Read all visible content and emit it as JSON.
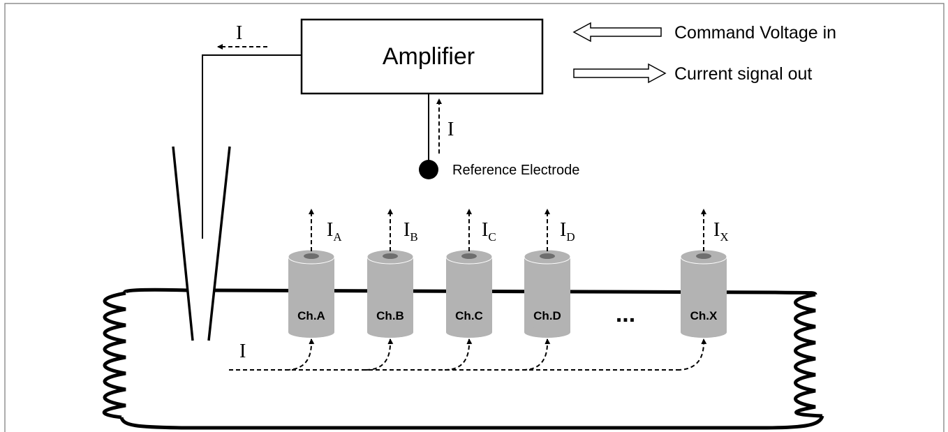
{
  "amplifier": {
    "label": "Amplifier"
  },
  "io": {
    "command_in": "Command Voltage in",
    "current_out": "Current signal out"
  },
  "reference": {
    "label": "Reference Electrode"
  },
  "current": {
    "symbol": "I",
    "subscripts": [
      "A",
      "B",
      "C",
      "D",
      "X"
    ]
  },
  "channels": [
    "Ch.A",
    "Ch.B",
    "Ch.C",
    "Ch.D",
    "Ch.X"
  ],
  "ellipsis": "...",
  "colors": {
    "line": "#000000",
    "channel_body": "#b3b3b3",
    "channel_pore": "#6e6e6e"
  }
}
